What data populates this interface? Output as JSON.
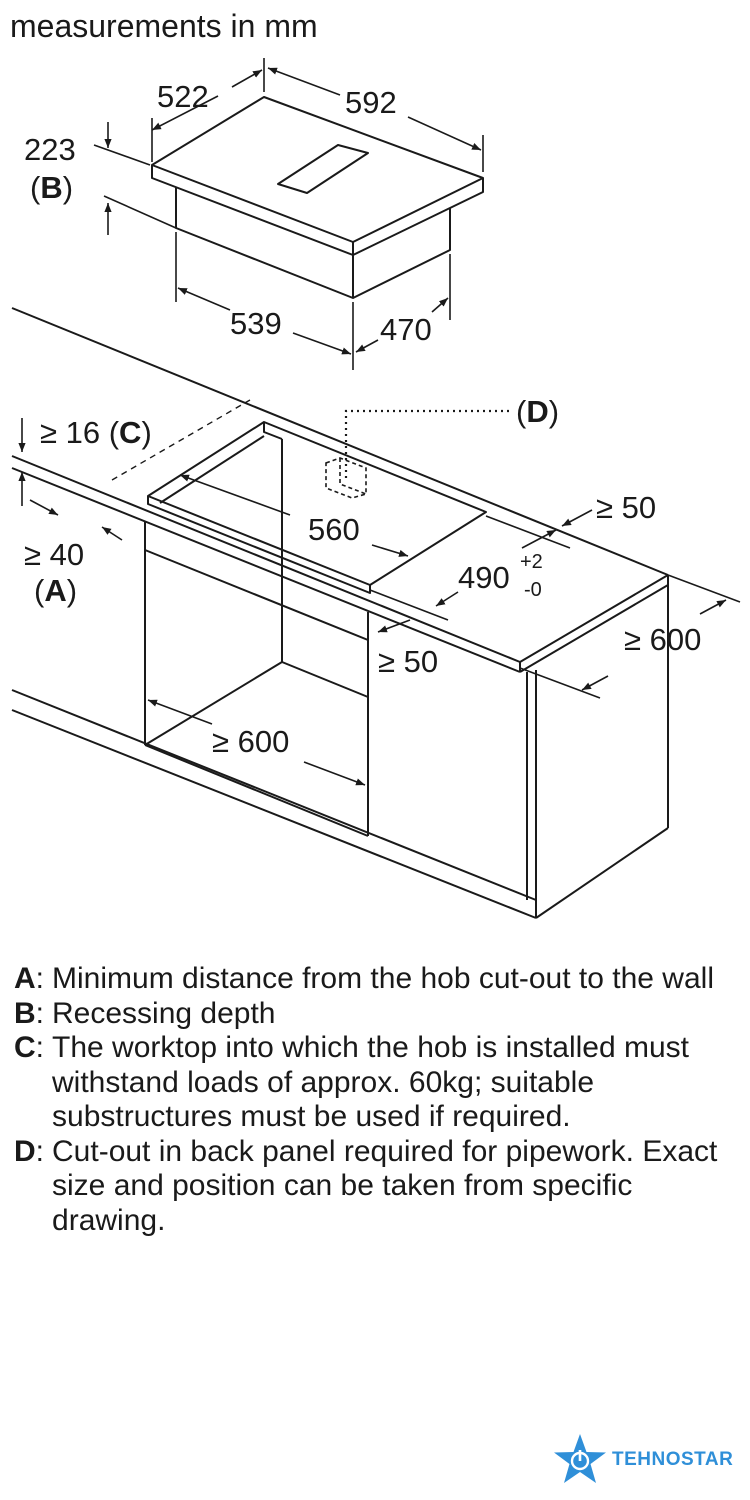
{
  "header": {
    "title": "measurements in mm"
  },
  "appliance": {
    "width": "592",
    "depth": "522",
    "height": "223",
    "height_ref": "B",
    "body_width": "539",
    "body_depth": "470"
  },
  "installation": {
    "cutout_width": "560",
    "cutout_depth": "490",
    "cutout_tol_plus": "+2",
    "cutout_tol_minus": "-0",
    "worktop_thickness": "≥ 16",
    "worktop_ref": "C",
    "wall_distance": "≥ 40",
    "wall_ref": "A",
    "pipework_ref": "D",
    "side_distance": "≥ 50",
    "front_distance": "≥ 50",
    "worktop_depth": "≥ 600",
    "cabinet_width": "≥ 600"
  },
  "legend": [
    {
      "key": "A",
      "text": "Minimum distance from the hob cut-out to the wall"
    },
    {
      "key": "B",
      "text": "Recessing depth"
    },
    {
      "key": "C",
      "text": "The worktop into which the hob is installed must withstand loads of approx. 60kg; suitable substructures must be used if required."
    },
    {
      "key": "D",
      "text": "Cut-out in back panel required for pipework. Exact size and position can be taken from specific drawing."
    }
  ],
  "brand": {
    "name": "TEHNOSTAR",
    "icon": "star-power-icon",
    "color": "#2f8fd8"
  }
}
